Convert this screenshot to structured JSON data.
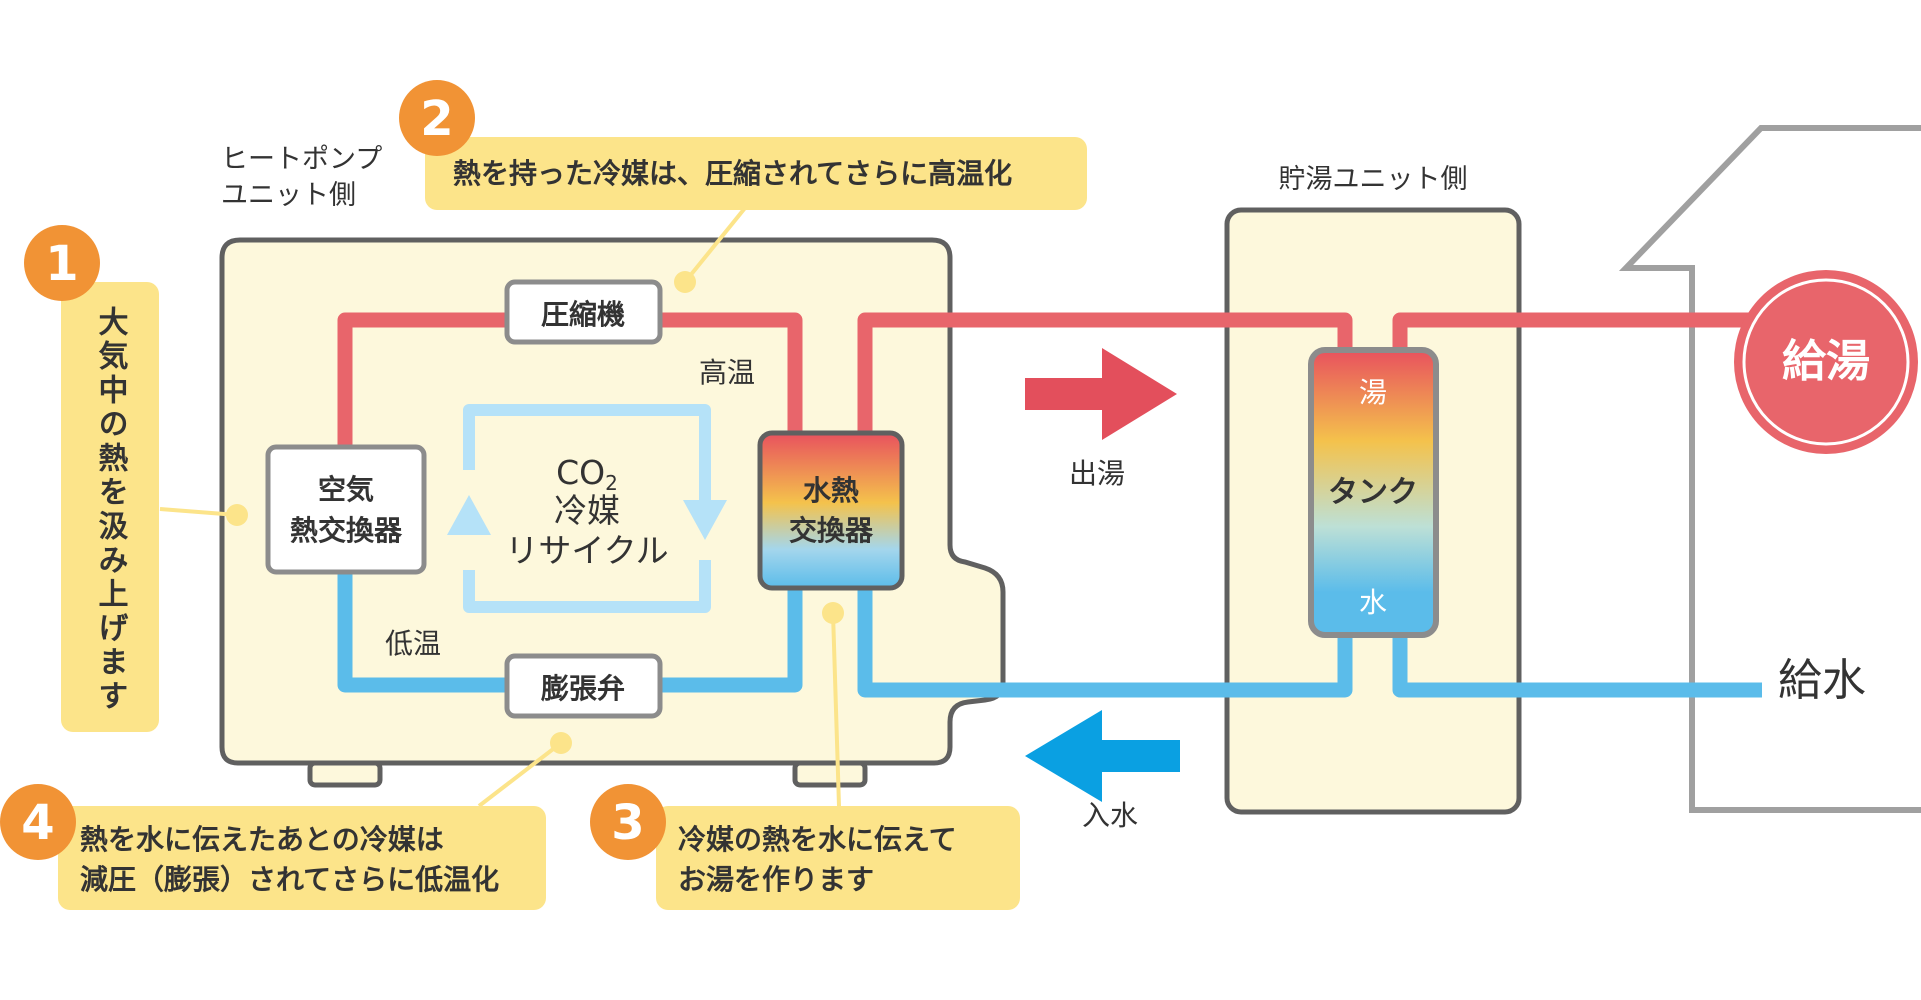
{
  "hp_unit_label": [
    "ヒートポンプ",
    "ユニット側"
  ],
  "tank_unit_label": "貯湯ユニット側",
  "components": {
    "compressor": "圧縮機",
    "expansion_valve": "膨張弁",
    "air_exchanger": [
      "空気",
      "熱交換器"
    ],
    "water_exchanger": [
      "水熱",
      "交換器"
    ],
    "tank": "タンク",
    "tank_hot": "湯",
    "tank_water": "水"
  },
  "labels": {
    "high_temp": "高温",
    "low_temp": "低温",
    "hot_out": "出湯",
    "water_in": "入水",
    "supply_water": "給水",
    "supply_hot": "給湯"
  },
  "recycle": {
    "co": "CO",
    "sub": "2",
    "line1": "冷媒",
    "line2": "リサイクル"
  },
  "steps": [
    {
      "num": "1",
      "text": [
        "大気中の熱を汲み上げます"
      ]
    },
    {
      "num": "2",
      "text": [
        "熱を持った冷媒は、圧縮されてさらに高温化"
      ]
    },
    {
      "num": "3",
      "text": [
        "冷媒の熱を水に伝えて",
        "お湯を作ります"
      ]
    },
    {
      "num": "4",
      "text": [
        "熱を水に伝えたあとの冷媒は",
        "減圧（膨張）されてさらに低温化"
      ]
    }
  ],
  "colors": {
    "hot_pipe": "#e8656b",
    "cold_pipe": "#5bbcea",
    "recycle_arrow": "#b5e2f8",
    "unit_fill": "#fdf8dc",
    "callout_fill": "#fce48a",
    "step_badge": "#f19335",
    "house_line": "#a0a0a0",
    "hot_arrow": "#e34f5c",
    "cold_arrow": "#0aa0e2"
  }
}
